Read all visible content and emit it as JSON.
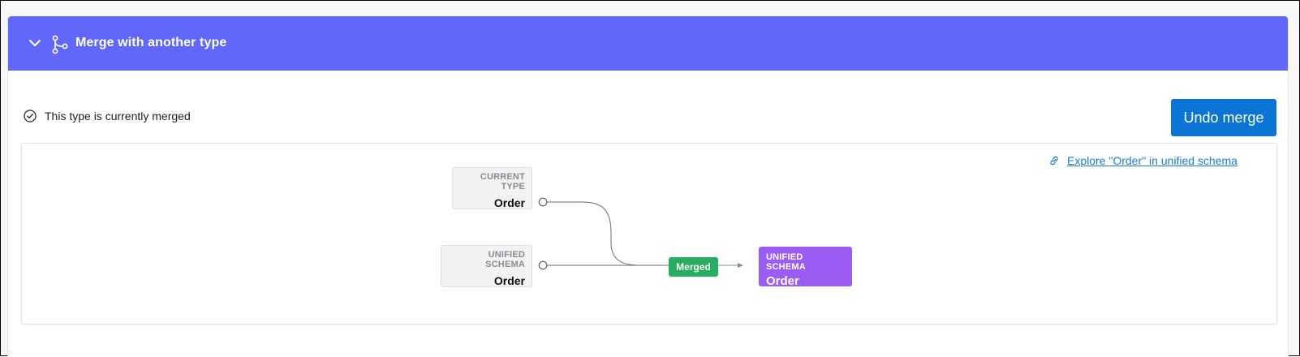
{
  "header": {
    "title": "Merge with another type",
    "chevron_icon": "chevron-down-icon",
    "merge_icon": "git-merge-icon",
    "background_color": "#6168f9"
  },
  "status": {
    "icon": "check-circle-icon",
    "text": "This type is currently merged"
  },
  "actions": {
    "undo_label": "Undo merge",
    "undo_color": "#0b74d4"
  },
  "graph": {
    "explore_link": {
      "icon": "link-icon",
      "text": "Explore \"Order\" in unified schema"
    },
    "source_nodes": [
      {
        "label": "CURRENT TYPE",
        "value": "Order"
      },
      {
        "label": "UNIFIED SCHEMA",
        "value": "Order"
      }
    ],
    "merge_badge": {
      "text": "Merged",
      "color": "#27ae5f"
    },
    "target_node": {
      "label": "UNIFIED SCHEMA",
      "value": "Order",
      "color": "#9b5cf3"
    }
  }
}
